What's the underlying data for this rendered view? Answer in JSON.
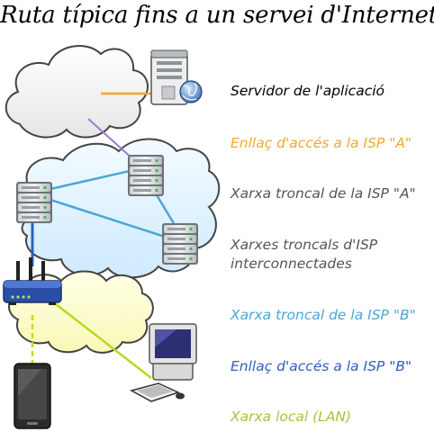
{
  "title": "Ruta típica fins a un servei d'Internet",
  "legend": [
    {
      "text": "Servidor de l'aplicació",
      "color": "#000000"
    },
    {
      "text": "Enllaç d'accés a la ISP \"A\"",
      "color": "#f0a830"
    },
    {
      "text": "Xarxa troncal de la ISP \"A\"",
      "color": "#555555"
    },
    {
      "text": "Xarxes troncals d'ISP\ninterconnectades",
      "color": "#555555"
    },
    {
      "text": "Xarxa troncal de la ISP \"B\"",
      "color": "#4aa6d8"
    },
    {
      "text": "Enllaç d'accés a la ISP \"B\"",
      "color": "#2c5fbf"
    },
    {
      "text": "Xarxa local (LAN)",
      "color": "#a6c53a"
    }
  ],
  "colors": {
    "server_link": "#f0a830",
    "cloud_to_isp_a": "#a07ad0",
    "isp_a_backbone": "#4aa6d8",
    "access_b": "#2c5fbf",
    "lan_wired": "#b8d81e",
    "lan_wireless": "#c8d820"
  }
}
